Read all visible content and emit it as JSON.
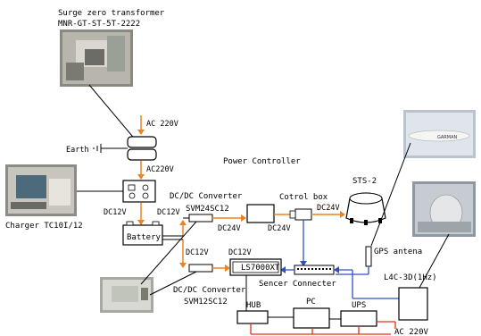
{
  "title": "Surge zero transformer",
  "model": "MNR-GT-ST-5T-2222",
  "labels": {
    "ac220_top": "AC 220V",
    "earth": "Earth",
    "ac220v": "AC220V",
    "dc12v_a": "DC12V",
    "dc12v_b": "DC12V",
    "dcdc1": "DC/DC Converter",
    "svm24": "SVM24SC12",
    "battery": "Battery",
    "charger": "Charger TC10I/12",
    "power_controller": "Power Controller",
    "dc24v_a": "DC24V",
    "dc24v_b": "DC24V",
    "cotrol_box": "Cotrol box",
    "dc24v_c": "DC24V",
    "sts2": "STS-2",
    "dc12v_c": "DC12V",
    "dc12v_d": "DC12V",
    "ls7000": "LS7000XT",
    "gps_antenna": "GPS antena",
    "sencer": "Sencer Connecter",
    "dcdc2": "DC/DC Converter",
    "svm12": "SVM12SC12",
    "hub": "HUB",
    "pc": "PC",
    "ups": "UPS",
    "ac220_bottom": "AC 220V",
    "l4c": "L4C-3D(1Hz)",
    "gps_device_text": "GARMAN"
  },
  "colors": {
    "power_arrow": "#f08020",
    "signal_blue": "#3050c0",
    "ac_red": "#e03010",
    "line": "#000000"
  }
}
